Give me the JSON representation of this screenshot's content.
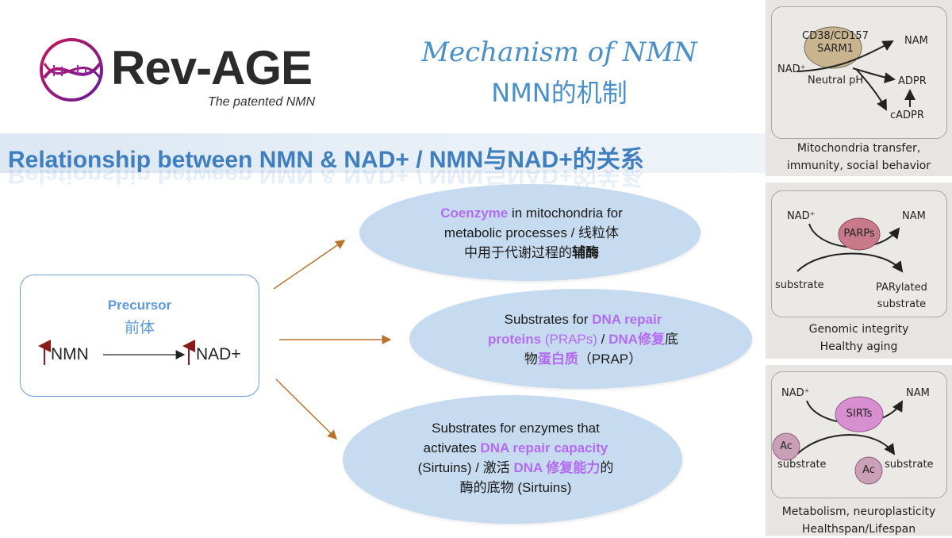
{
  "logo": {
    "brand": "Rev-AGE",
    "tagline": "The patented NMN"
  },
  "mechanism": {
    "title_en": "Mechanism of NMN",
    "title_zh": "NMN的机制"
  },
  "banner": {
    "text": "Relationship between NMN & NAD+ / NMN与NAD+的关系"
  },
  "precursor": {
    "title": "Precursor",
    "title_zh": "前体",
    "left": "NMN",
    "right": "NAD+"
  },
  "outcomes": [
    {
      "l1_hl": "Coenzyme",
      "l1_rest": " in mitochondria for",
      "l2": "metabolic processes / 线粒体",
      "l3_a": "中用于代谢过程的",
      "l3_b": "辅酶"
    },
    {
      "l1_a": "Substrates for ",
      "l1_hl": "DNA repair",
      "l2_hl": "proteins",
      "l2_hl2": " (PRAPs)",
      "l2_sep": " / ",
      "l2_hl3": "DNA修复",
      "l2_end": "底",
      "l3_a": "物",
      "l3_hl": "蛋白质",
      "l3_end": "（PRAP）"
    },
    {
      "l1": "Substrates for enzymes that",
      "l2_a": "activates ",
      "l2_hl": "DNA repair capacity",
      "l3_a": "(Sirtuins) / 激活 ",
      "l3_hl": "DNA 修复能力",
      "l3_end": "的",
      "l4": "酶的底物 (Sirtuins)"
    }
  ],
  "panels": [
    {
      "enzyme": "CD38/CD157\nSARM1",
      "enzyme_l1": "CD38/CD157",
      "enzyme_l2": "SARM1",
      "nad": "NAD⁺",
      "ph": "Neutral pH",
      "nam": "NAM",
      "adpr": "ADPR",
      "cadpr": "cADPR",
      "cap1": "Mitochondria transfer,",
      "cap2": "immunity, social behavior"
    },
    {
      "nad": "NAD⁺",
      "enzyme": "PARPs",
      "nam": "NAM",
      "substrate": "substrate",
      "product1": "PARylated",
      "product2": "substrate",
      "cap1": "Genomic integrity",
      "cap2": "Healthy aging"
    },
    {
      "nad": "NAD⁺",
      "enzyme": "SIRTs",
      "nam": "NAM",
      "ac": "Ac",
      "substrate_left": "substrate",
      "substrate_right": "substrate",
      "cap1": "Metabolism, neuroplasticity",
      "cap2": "Healthspan/Lifespan"
    }
  ],
  "colors": {
    "accent_blue": "#3f7fc0",
    "highlight_purple": "#b36cf0",
    "ellipse_fill": "#c6dbef",
    "arrow_orange": "#b8732e",
    "up_arrow_red": "#8b1a1a"
  }
}
